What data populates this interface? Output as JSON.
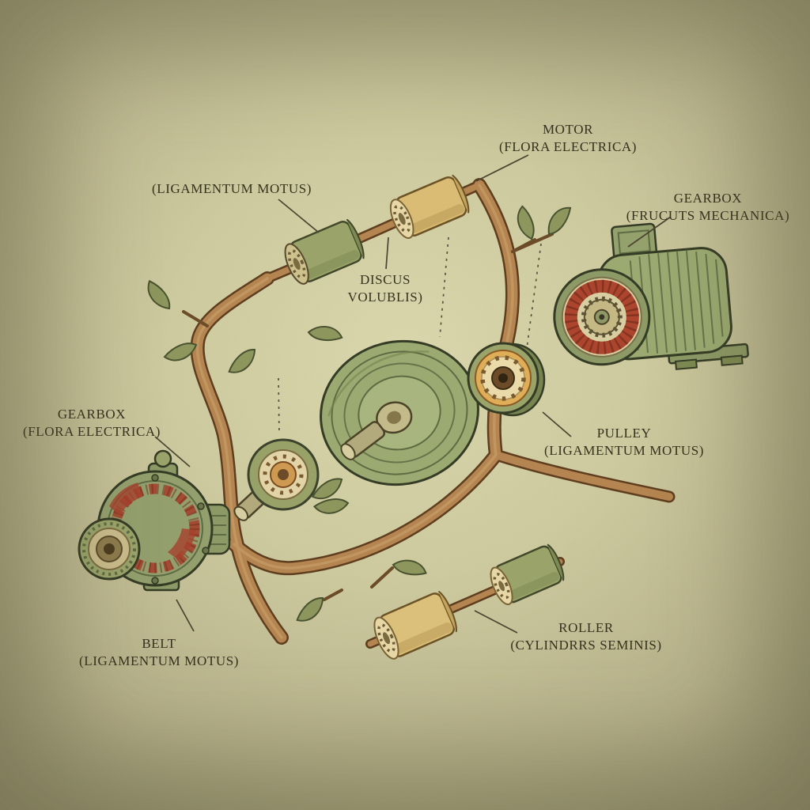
{
  "palette": {
    "background_center": "#dcd8ae",
    "background_edge": "#9a9572",
    "branch_fill": "#b5854f",
    "branch_outline": "#5d3c1d",
    "leaf_green": "#8d965c",
    "roller_green": "#9aa46a",
    "roller_yellow": "#ddc17a",
    "disc_green": "#9cab72",
    "pulley_orange": "#e2ae57",
    "winding_red": "#ad432c",
    "bearing_cream": "#ead9a8",
    "label_ink": "#35311f",
    "line_ink": "#4a4330"
  },
  "labels": {
    "ligamentum_top": {
      "line1": "(LIGAMENTUM MOTUS)"
    },
    "motor": {
      "line1": "MOTOR",
      "line2": "(FLORA ELECTRICA)"
    },
    "gearbox_right": {
      "line1": "GEARBOX",
      "line2": "(FRUCUTS MECHANICA)"
    },
    "discus": {
      "line1": "DISCUS",
      "line2": "VOLUBLIS)"
    },
    "pulley": {
      "line1": "PULLEY",
      "line2": "(LIGAMENTUM MOTUS)"
    },
    "gearbox_left": {
      "line1": "GEARBOX",
      "line2": "(FLORA ELECTRICA)"
    },
    "belt": {
      "line1": "BELT",
      "line2": "(LIGAMENTUM MOTUS)"
    },
    "roller_bottom": {
      "line1": "ROLLER",
      "line2": "(CYLINDRRS SEMINIS)"
    }
  }
}
